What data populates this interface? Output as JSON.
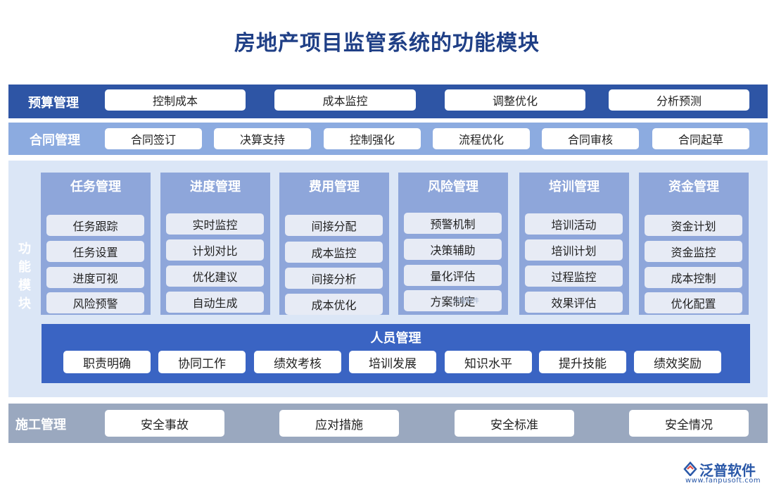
{
  "title": "房地产项目监管系统的功能模块",
  "budget": {
    "label": "预算管理",
    "items": [
      "控制成本",
      "成本监控",
      "调整优化",
      "分析预测"
    ]
  },
  "contract": {
    "label": "合同管理",
    "items": [
      "合同签订",
      "决算支持",
      "控制强化",
      "流程优化",
      "合同审核",
      "合同起草"
    ]
  },
  "functions": {
    "label": "功能模块",
    "columns": [
      {
        "title": "任务管理",
        "items": [
          "任务跟踪",
          "任务设置",
          "进度可视",
          "风险预警"
        ]
      },
      {
        "title": "进度管理",
        "items": [
          "实时监控",
          "计划对比",
          "优化建议",
          "自动生成"
        ]
      },
      {
        "title": "费用管理",
        "items": [
          "间接分配",
          "成本监控",
          "间接分析",
          "成本优化"
        ]
      },
      {
        "title": "风险管理",
        "items": [
          "预警机制",
          "决策辅助",
          "量化评估",
          "方案制定"
        ]
      },
      {
        "title": "培训管理",
        "items": [
          "培训活动",
          "培训计划",
          "过程监控",
          "效果评估"
        ]
      },
      {
        "title": "资金管理",
        "items": [
          "资金计划",
          "资金监控",
          "成本控制",
          "优化配置"
        ]
      }
    ],
    "personnel": {
      "title": "人员管理",
      "items": [
        "职责明确",
        "协同工作",
        "绩效考核",
        "培训发展",
        "知识水平",
        "提升技能",
        "绩效奖励"
      ]
    }
  },
  "construction": {
    "label": "施工管理",
    "items": [
      "安全事故",
      "应对措施",
      "安全标准",
      "安全情况"
    ]
  },
  "watermark": "泛普软件",
  "logo": {
    "name": "泛普软件",
    "url": "www.fanpusoft.com"
  },
  "colors": {
    "title": "#1f3f86",
    "budget": "#2e55a5",
    "contract": "#8cabe0",
    "functions_bg": "#dbe6f6",
    "column": "#8ea6da",
    "personnel": "#3a64c3",
    "construction": "#9aa8bf"
  }
}
